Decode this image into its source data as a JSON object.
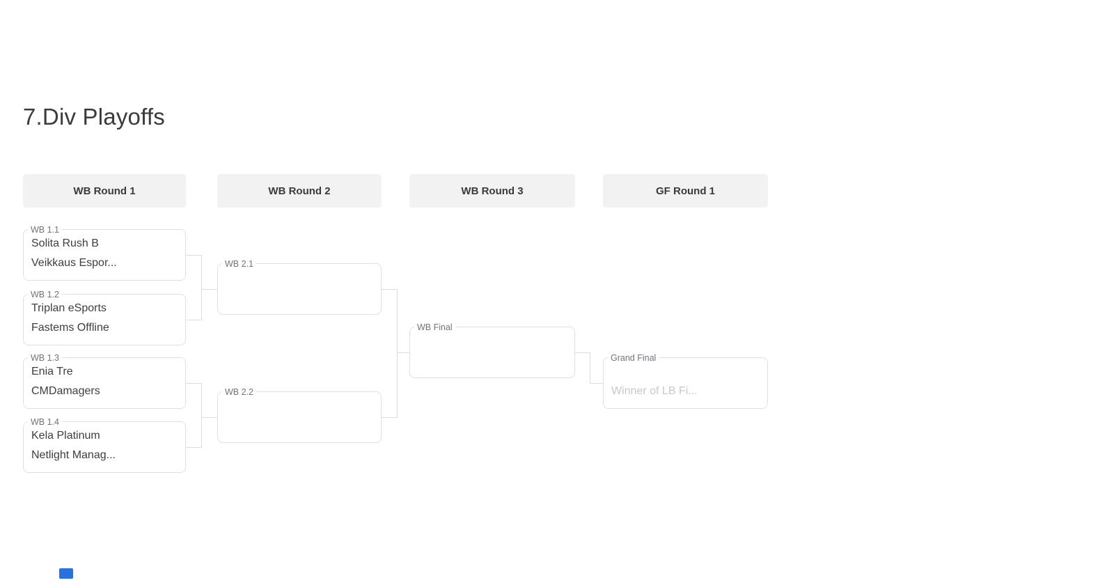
{
  "page": {
    "title": "7.Div Playoffs"
  },
  "rounds": [
    {
      "label": "WB Round 1"
    },
    {
      "label": "WB Round 2"
    },
    {
      "label": "WB Round 3"
    },
    {
      "label": "GF Round 1"
    }
  ],
  "matches": [
    {
      "id": "WB 1.1",
      "teams": [
        "Solita Rush B",
        "Veikkaus Espor..."
      ]
    },
    {
      "id": "WB 1.2",
      "teams": [
        "Triplan eSports",
        "Fastems Offline"
      ]
    },
    {
      "id": "WB 1.3",
      "teams": [
        "Enia Tre",
        "CMDamagers"
      ]
    },
    {
      "id": "WB 1.4",
      "teams": [
        "Kela Platinum",
        "Netlight Manag..."
      ]
    },
    {
      "id": "WB 2.1",
      "teams": [
        "",
        ""
      ]
    },
    {
      "id": "WB 2.2",
      "teams": [
        "",
        ""
      ]
    },
    {
      "id": "WB Final",
      "teams": [
        "",
        ""
      ]
    },
    {
      "id": "Grand Final",
      "teams": [
        "",
        "Winner of LB Fi..."
      ]
    }
  ],
  "colors": {
    "header_background": "#f2f2f3",
    "box_border": "#e0e0e4",
    "connector": "#dcdce0",
    "title_text": "#3b3b3b",
    "team_text": "#3d3d44",
    "label_text": "#72727d",
    "placeholder_text": "#c7c8ce",
    "blue_indicator": "#2b71dd"
  }
}
